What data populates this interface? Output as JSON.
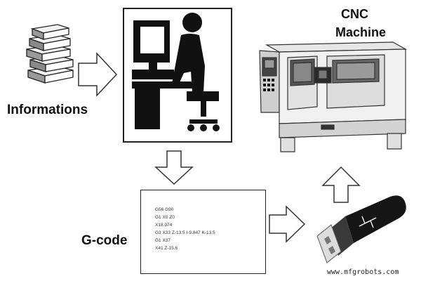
{
  "labels": {
    "informations": "Informations",
    "cnc_line1": "CNC",
    "cnc_line2": "Machine",
    "gcode": "G-code"
  },
  "gcode_lines": [
    "G56 G90",
    "G1 X0 Z0",
    "X18.974",
    "G3 X33 Z-13.5 I-9.847 K-13.5",
    "G1 X37",
    "X41 Z-15.6"
  ],
  "watermark": "www.mfgrobots.com",
  "icons": {
    "books": "books-icon",
    "workstation": "computer-operator-icon",
    "cnc": "cnc-lathe-icon",
    "usb": "usb-drive-icon"
  }
}
